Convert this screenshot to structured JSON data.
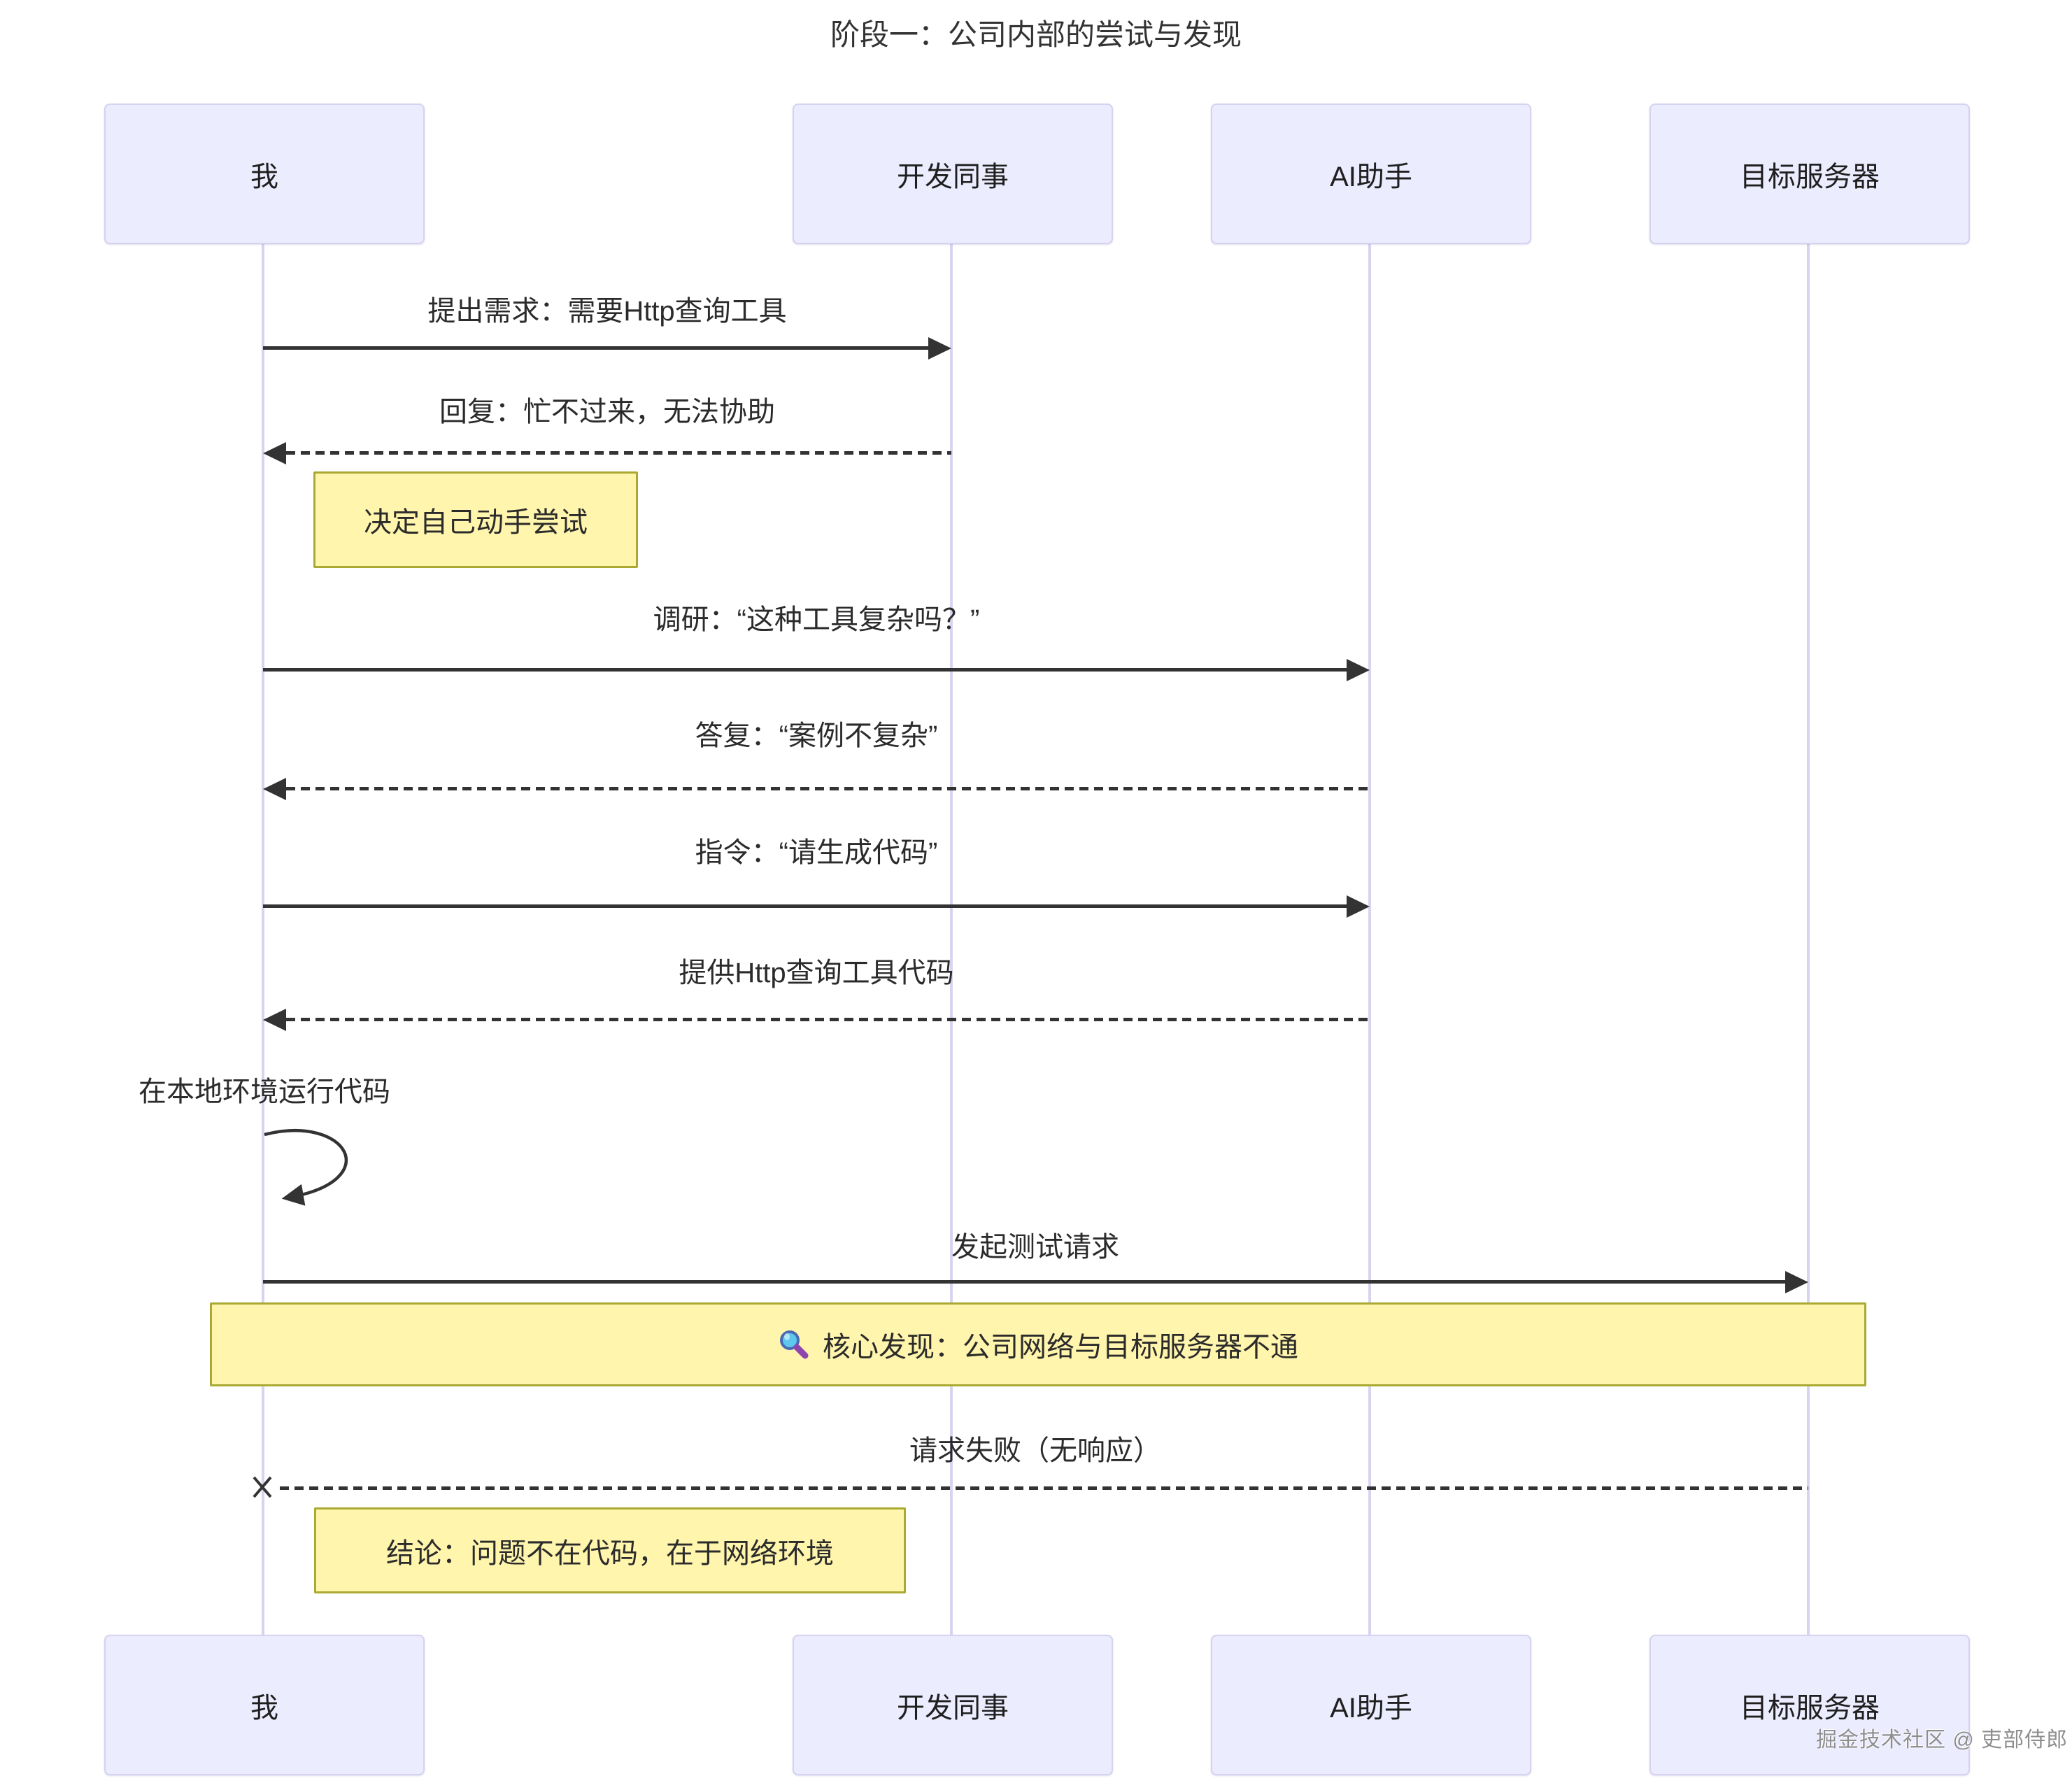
{
  "header": {
    "title": "阶段一：公司内部的尝试与发现"
  },
  "diagram_type": "sequence",
  "actors": [
    {
      "label": "我"
    },
    {
      "label": "开发同事"
    },
    {
      "label": "AI助手"
    },
    {
      "label": "目标服务器"
    }
  ],
  "messages": [
    {
      "text": "提出需求：需要Http查询工具",
      "from": "我",
      "to": "开发同事",
      "line": "solid"
    },
    {
      "text": "回复：忙不过来，无法协助",
      "from": "开发同事",
      "to": "我",
      "line": "dotted"
    },
    {
      "text": "调研：“这种工具复杂吗？”",
      "from": "我",
      "to": "AI助手",
      "line": "solid"
    },
    {
      "text": "答复：“案例不复杂”",
      "from": "AI助手",
      "to": "我",
      "line": "dotted"
    },
    {
      "text": "指令：“请生成代码”",
      "from": "我",
      "to": "AI助手",
      "line": "solid"
    },
    {
      "text": "提供Http查询工具代码",
      "from": "AI助手",
      "to": "我",
      "line": "dotted"
    },
    {
      "text": "在本地环境运行代码",
      "from": "我",
      "to": "我",
      "line": "self"
    },
    {
      "text": "发起测试请求",
      "from": "我",
      "to": "目标服务器",
      "line": "solid"
    },
    {
      "text": "请求失败（无响应）",
      "from": "目标服务器",
      "to": "我",
      "line": "dotted-cross"
    }
  ],
  "notes": [
    {
      "text": "决定自己动手尝试",
      "position": "right of 我"
    },
    {
      "text": "核心发现：公司网络与目标服务器不通",
      "position": "over all actors",
      "icon": "magnifier-icon"
    },
    {
      "text": "结论：问题不在代码，在于网络环境",
      "position": "right of 我"
    }
  ],
  "watermark": {
    "text": "掘金技术社区 @ 吏部侍郎"
  },
  "colors": {
    "actor_fill": "#ECECFF",
    "actor_border": "#D6D2F0",
    "lifeline": "#D8D4F0",
    "line": "#333333",
    "note_fill": "#FFF5AD",
    "note_border": "#AAAA33",
    "magnifier_lens": "#5EC7EC",
    "magnifier_handle": "#8E44AD"
  }
}
